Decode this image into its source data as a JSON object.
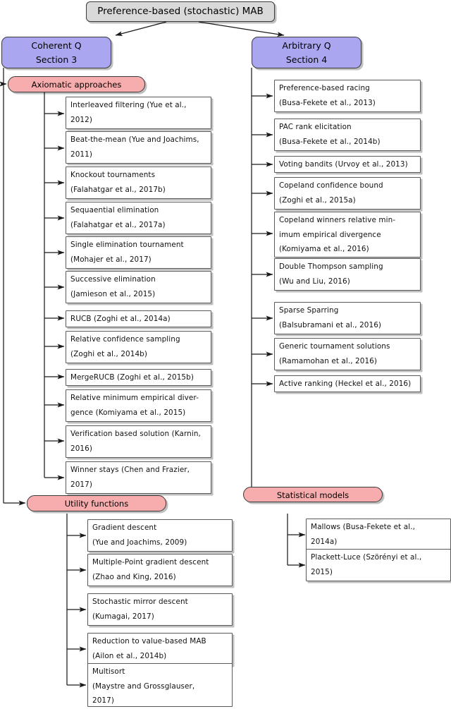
{
  "root": {
    "label": "Preference-based (stochastic) MAB"
  },
  "sections": [
    {
      "id": "coherent",
      "line1": "Coherent Q",
      "line2": "Section 3"
    },
    {
      "id": "arbitrary",
      "line1": "Arbitrary Q",
      "line2": "Section 4"
    }
  ],
  "categories": [
    {
      "id": "axiomatic",
      "label": "Axiomatic approaches"
    },
    {
      "id": "utility",
      "label": "Utility functions"
    },
    {
      "id": "statistical",
      "label": "Statistical models"
    }
  ],
  "axiomatic_items": [
    {
      "label": "Interleaved filtering (Yue et al.,\n2012)"
    },
    {
      "label": "Beat-the-mean (Yue and Joachims,\n2011)"
    },
    {
      "label": "Knockout tournaments\n(Falahatgar et al., 2017b)"
    },
    {
      "label": "Sequaential elimination\n(Falahatgar et al., 2017a)"
    },
    {
      "label": "Single elimination tournament\n(Mohajer et al., 2017)"
    },
    {
      "label": "Successive elimination\n(Jamieson et al., 2015)"
    },
    {
      "label": "RUCB (Zoghi et al., 2014a)"
    },
    {
      "label": "Relative confidence sampling\n(Zoghi et al., 2014b)"
    },
    {
      "label": "MergeRUCB (Zoghi et al., 2015b)"
    },
    {
      "label": "Relative minimum empirical diver-\ngence (Komiyama et al., 2015)"
    },
    {
      "label": "Verification based solution (Karnin,\n2016)"
    },
    {
      "label": "Winner stays (Chen and Frazier,\n2017)"
    }
  ],
  "arbitrary_items": [
    {
      "label": "Preference-based racing\n(Busa-Fekete et al., 2013)"
    },
    {
      "label": "PAC rank elicitation\n(Busa-Fekete et al., 2014b)"
    },
    {
      "label": "Voting bandits (Urvoy et al., 2013)"
    },
    {
      "label": "Copeland confidence bound\n(Zoghi et al., 2015a)"
    },
    {
      "label": "Copeland winners relative min-\nimum empirical divergence\n(Komiyama et al., 2016)"
    },
    {
      "label": "Double Thompson sampling\n(Wu and Liu, 2016)"
    },
    {
      "label": "Sparse Sparring\n(Balsubramani et al., 2016)"
    },
    {
      "label": "Generic tournament solutions\n(Ramamohan et al., 2016)"
    },
    {
      "label": "Active ranking (Heckel et al., 2016)"
    }
  ],
  "utility_items": [
    {
      "label": "Gradient descent\n(Yue and Joachims, 2009)"
    },
    {
      "label": "Multiple-Point gradient descent\n(Zhao and King, 2016)"
    },
    {
      "label": "Stochastic mirror descent\n(Kumagai, 2017)"
    },
    {
      "label": "Reduction to value-based MAB\n(Ailon et al., 2014b)"
    },
    {
      "label": "Multisort\n(Maystre and Grossglauser,\n2017)"
    }
  ],
  "statistical_items": [
    {
      "label": "Mallows (Busa-Fekete et al.,\n2014a)"
    },
    {
      "label": "Plackett-Luce (Szörényi et al.,\n2015)"
    }
  ],
  "colors": {
    "root_fill": "#d9d9d9",
    "section_fill": "#aaa6f0",
    "category_fill": "#f7adad",
    "leaf_fill": "#ffffff",
    "stroke": "#3a3a3a"
  }
}
